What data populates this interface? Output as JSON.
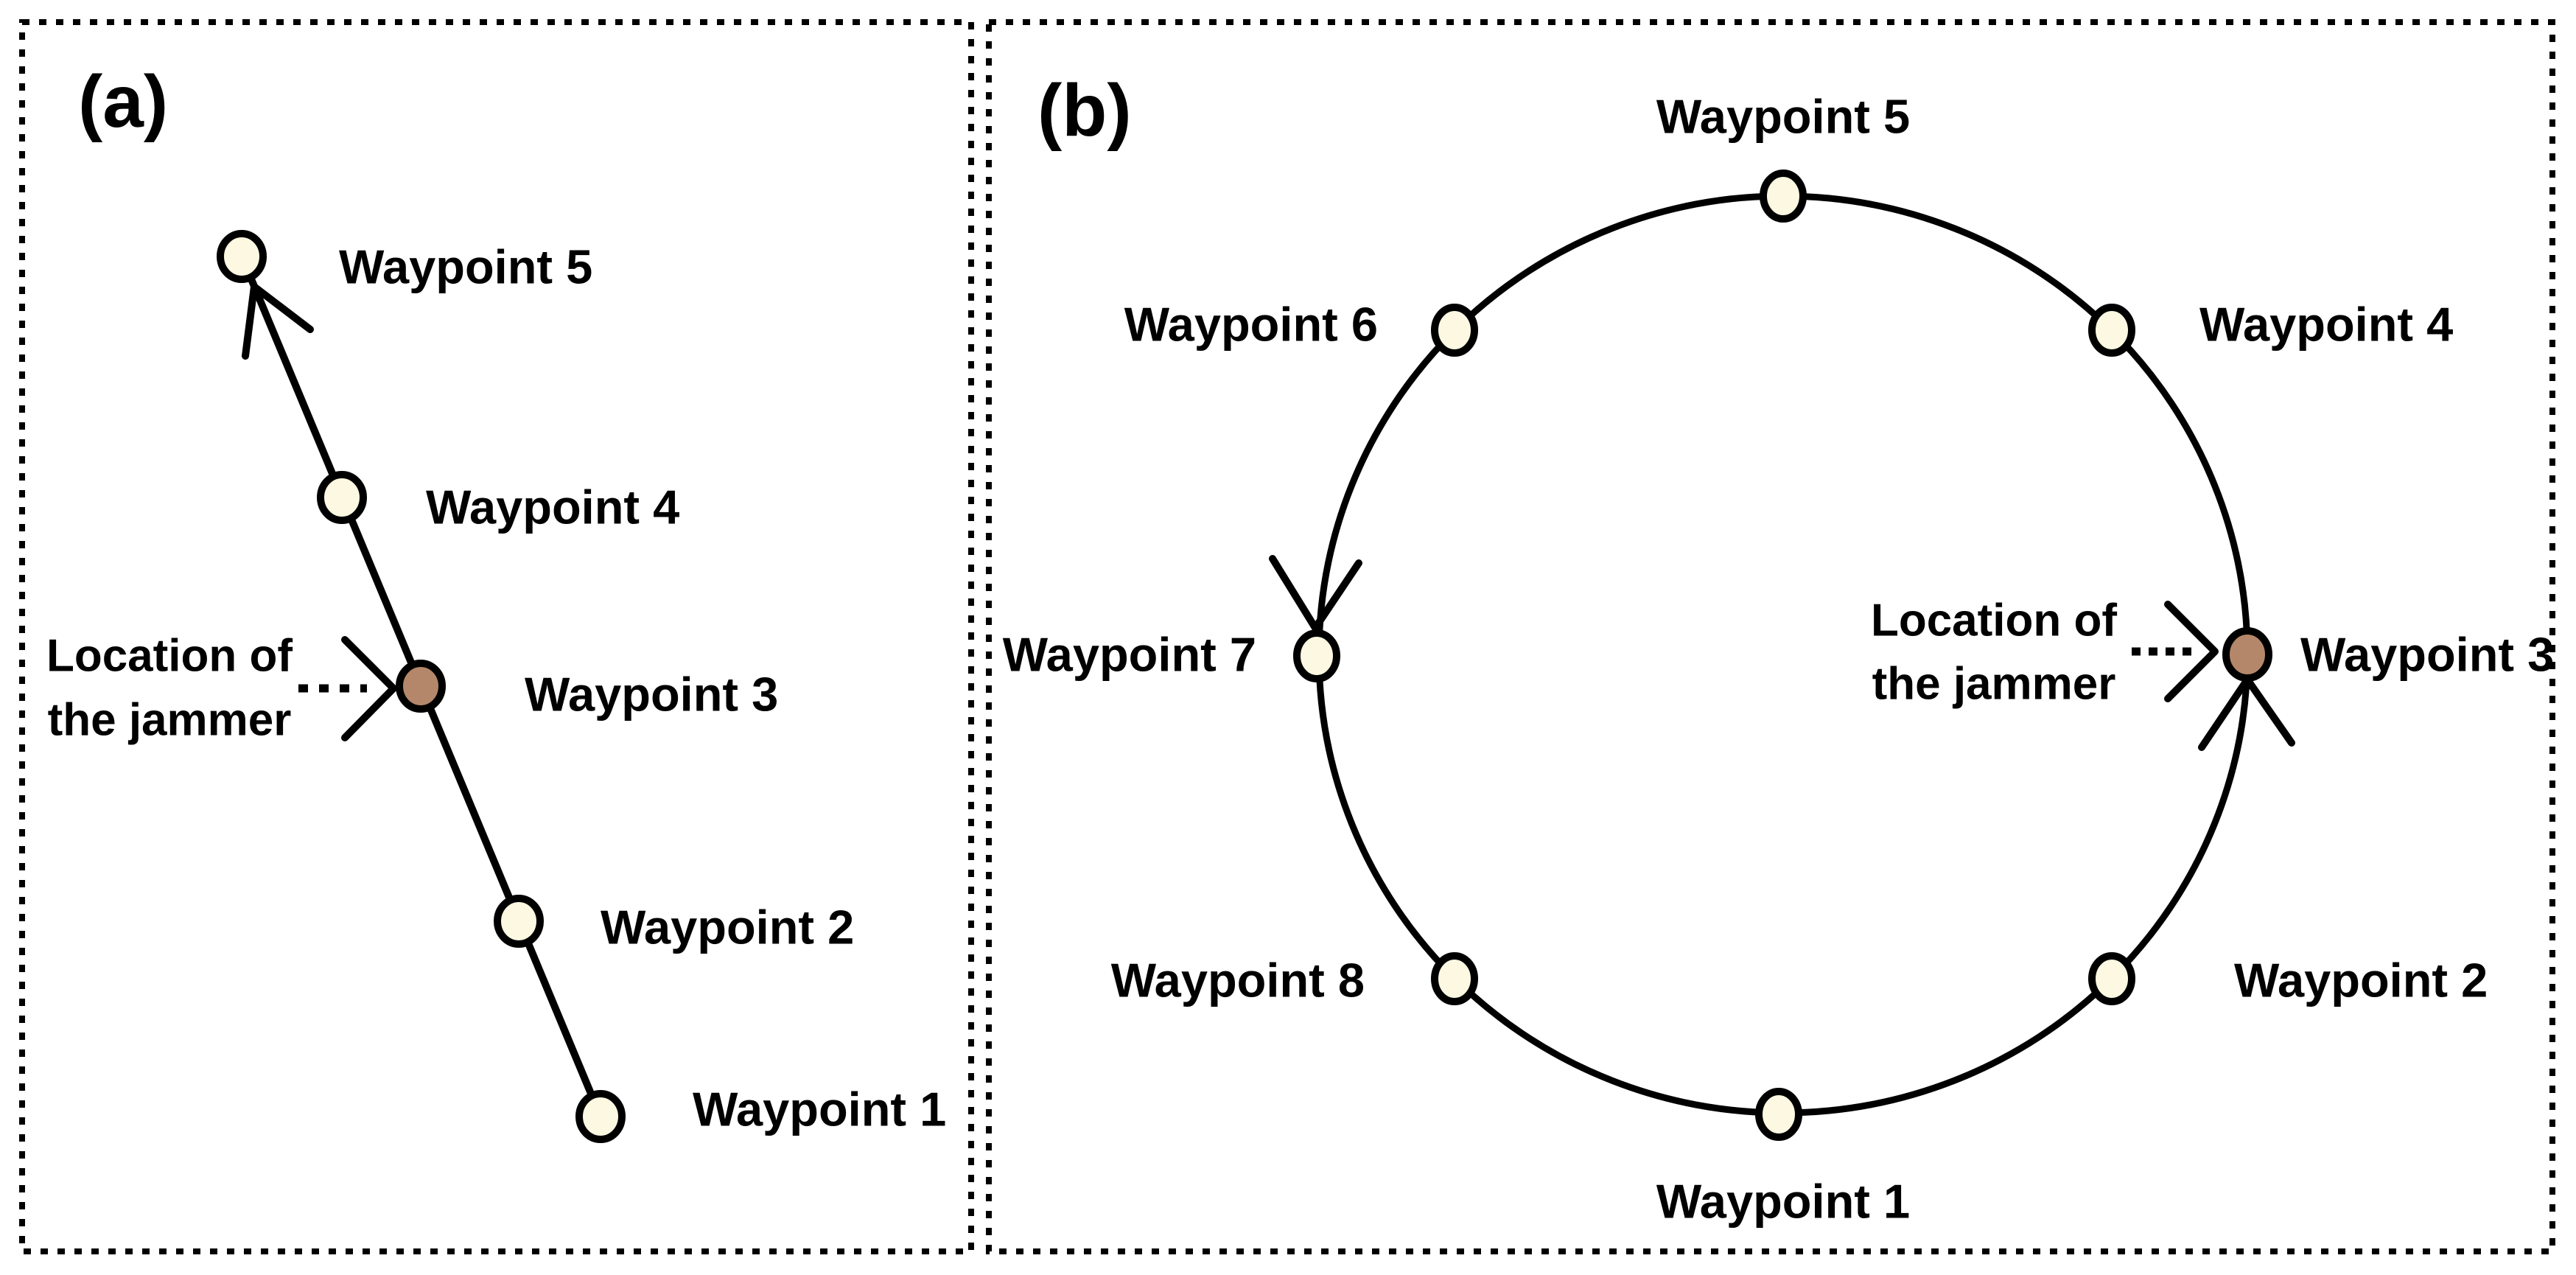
{
  "colors": {
    "background": "#FFFFFF",
    "waypoint_fill": "#FCF8E2",
    "jammer_fill": "#B5876A",
    "line": "#000000"
  },
  "panel_a": {
    "tag": "(a)",
    "annotation": {
      "line1": "Location of",
      "line2": "the jammer"
    },
    "waypoints": [
      {
        "label": "Waypoint 1"
      },
      {
        "label": "Waypoint 2"
      },
      {
        "label": "Waypoint 3",
        "jammer": true
      },
      {
        "label": "Waypoint 4"
      },
      {
        "label": "Waypoint 5"
      }
    ]
  },
  "panel_b": {
    "tag": "(b)",
    "annotation": {
      "line1": "Location of",
      "line2": "the jammer"
    },
    "waypoints": [
      {
        "label": "Waypoint 1"
      },
      {
        "label": "Waypoint 2"
      },
      {
        "label": "Waypoint 3",
        "jammer": true
      },
      {
        "label": "Waypoint 4"
      },
      {
        "label": "Waypoint 5"
      },
      {
        "label": "Waypoint 6"
      },
      {
        "label": "Waypoint 7"
      },
      {
        "label": "Waypoint 8"
      }
    ]
  }
}
